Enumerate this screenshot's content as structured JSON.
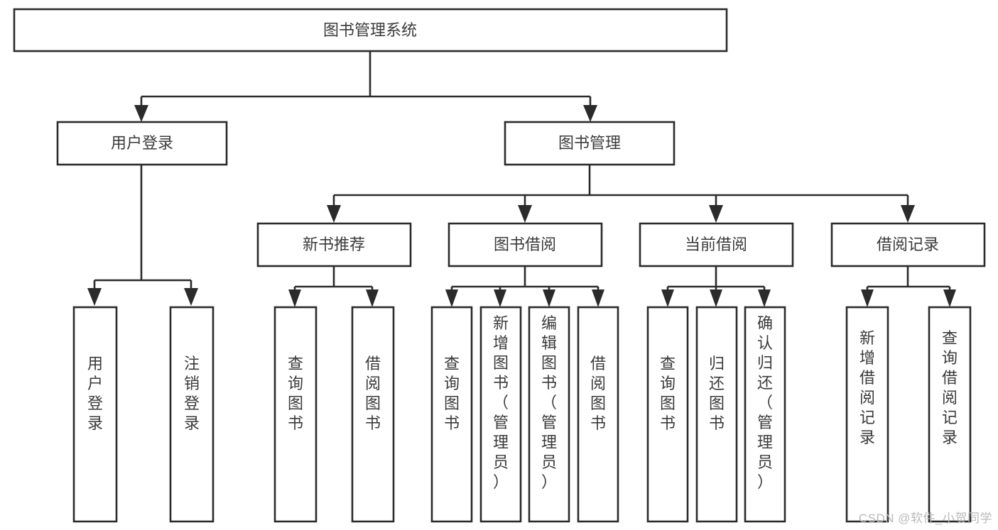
{
  "diagram": {
    "title": "图书管理系统",
    "type": "tree",
    "watermark": "CSDN @软件_小贺同学",
    "root": {
      "id": "root",
      "label": "图书管理系统",
      "level": 0
    },
    "level2": [
      {
        "id": "user-login",
        "label": "用户登录"
      },
      {
        "id": "book-manage",
        "label": "图书管理"
      }
    ],
    "level3": [
      {
        "id": "new-book-rec",
        "label": "新书推荐",
        "parent": "book-manage"
      },
      {
        "id": "book-borrow",
        "label": "图书借阅",
        "parent": "book-manage"
      },
      {
        "id": "current-borrow",
        "label": "当前借阅",
        "parent": "book-manage"
      },
      {
        "id": "borrow-record",
        "label": "借阅记录",
        "parent": "book-manage"
      }
    ],
    "leaves": [
      {
        "id": "leaf-user-login",
        "label": "用户登录",
        "parent": "user-login"
      },
      {
        "id": "leaf-logout-login",
        "label": "注销登录",
        "parent": "user-login"
      },
      {
        "id": "leaf-query-book-1",
        "label": "查询图书",
        "parent": "new-book-rec"
      },
      {
        "id": "leaf-borrow-book-1",
        "label": "借阅图书",
        "parent": "new-book-rec"
      },
      {
        "id": "leaf-query-book-2",
        "label": "查询图书",
        "parent": "book-borrow"
      },
      {
        "id": "leaf-add-book",
        "label": "新增图书（管理员）",
        "parent": "book-borrow"
      },
      {
        "id": "leaf-edit-book",
        "label": "编辑图书（管理员）",
        "parent": "book-borrow"
      },
      {
        "id": "leaf-borrow-book-2",
        "label": "借阅图书",
        "parent": "book-borrow"
      },
      {
        "id": "leaf-query-book-3",
        "label": "查询图书",
        "parent": "current-borrow"
      },
      {
        "id": "leaf-return-book",
        "label": "归还图书",
        "parent": "current-borrow"
      },
      {
        "id": "leaf-confirm-return",
        "label": "确认归还（管理员）",
        "parent": "current-borrow"
      },
      {
        "id": "leaf-add-record",
        "label": "新增借阅记录",
        "parent": "borrow-record"
      },
      {
        "id": "leaf-query-record",
        "label": "查询借阅记录",
        "parent": "borrow-record"
      }
    ],
    "colors": {
      "box_fill": "#ffffff",
      "box_stroke": "#2b2b2b",
      "text": "#3a3a3a",
      "background": "#ffffff",
      "watermark": "#b9b9b9"
    }
  }
}
